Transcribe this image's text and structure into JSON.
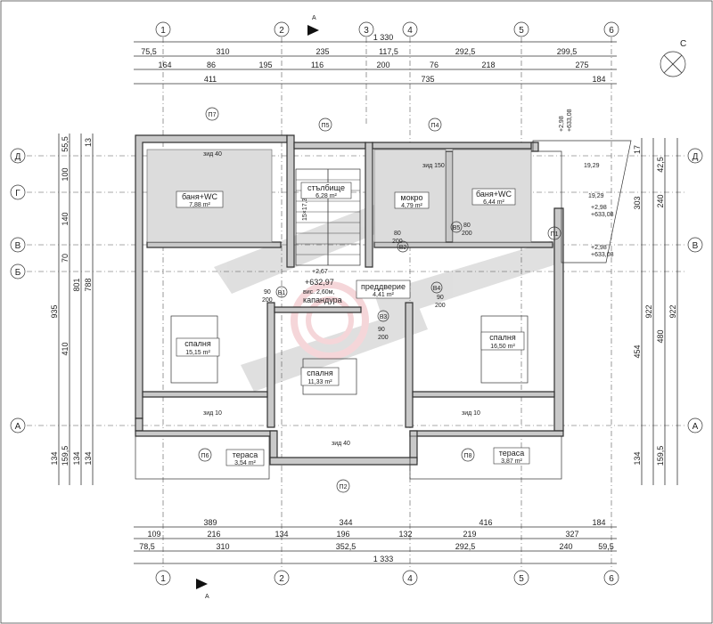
{
  "axes": {
    "numbers": [
      "1",
      "2",
      "3",
      "4",
      "5",
      "6"
    ],
    "letters": [
      "Д",
      "Г",
      "В",
      "Б",
      "А"
    ]
  },
  "north_label": "С",
  "section_mark": "А",
  "top_dims": {
    "row1_total": "1 330",
    "row2": [
      "75,5",
      "310",
      "235",
      "117,5",
      "292,5",
      "299,5"
    ],
    "row3": [
      "164",
      "86",
      "195",
      "116",
      "200",
      "76",
      "218",
      "275"
    ],
    "row4": [
      "411",
      "735",
      "184"
    ]
  },
  "bottom_dims": {
    "row1": [
      "389",
      "344",
      "416",
      "184"
    ],
    "row2": [
      "109",
      "216",
      "134",
      "196",
      "132",
      "219",
      "327"
    ],
    "row3": [
      "78,5",
      "310",
      "352,5",
      "292,5",
      "240",
      "59,5"
    ],
    "total": "1 333"
  },
  "left_dims": {
    "col1": [
      "55,5",
      "100",
      "140",
      "70",
      "410",
      "159,5"
    ],
    "col2": [
      "935",
      "134"
    ],
    "col3": [
      "801",
      "134"
    ],
    "col4": [
      "13",
      "788",
      "134"
    ]
  },
  "right_dims": {
    "col1": [
      "17",
      "303",
      "454",
      "134"
    ],
    "col2": [
      "42,5",
      "240",
      "480",
      "159,5"
    ],
    "col3": [
      "922"
    ],
    "col4": [
      "922"
    ]
  },
  "rooms": [
    {
      "name": "баня+WC",
      "area": "7,88 m²"
    },
    {
      "name": "стълбище",
      "area": "6,28 m²"
    },
    {
      "name": "мокро",
      "area": "4,79 m²"
    },
    {
      "name": "баня+WC",
      "area": "6,44 m²"
    },
    {
      "name": "спалня",
      "area": "15,15 m²"
    },
    {
      "name": "преддверие",
      "area": "4,41 m²"
    },
    {
      "name": "спалня",
      "area": "11,33 m²"
    },
    {
      "name": "спалня",
      "area": "16,50 m²"
    },
    {
      "name": "тераса",
      "area": "3,54 m²"
    },
    {
      "name": "тераса",
      "area": "3,87 m²"
    }
  ],
  "openings": [
    "П7",
    "П5",
    "П4",
    "П1",
    "П6",
    "П8",
    "П2"
  ],
  "doors": [
    "В1",
    "В2",
    "В3",
    "В4",
    "В5"
  ],
  "annotations": {
    "wall_40_a": "зид 40",
    "wall_40_b": "зид 40",
    "wall_150": "зид 150",
    "wall_10_a": "зид 10",
    "wall_10_b": "зид 10",
    "level_main": "+632,97",
    "level_main_top": "+2,67",
    "height_note": "вис. 2,60м,",
    "hood": "капандура",
    "level_a": "+2,98",
    "level_a2": "+633,08",
    "level_b": "+2,98",
    "level_b2": "+633,08",
    "level_c": "+2,98",
    "level_c2": "+633,08",
    "level_d": "19,29",
    "level_e": "19,29",
    "stair_note": "15×17,3×28",
    "door_dims": [
      "90",
      "200",
      "80",
      "200",
      "90",
      "200",
      "90",
      "200",
      "80",
      "200"
    ]
  }
}
